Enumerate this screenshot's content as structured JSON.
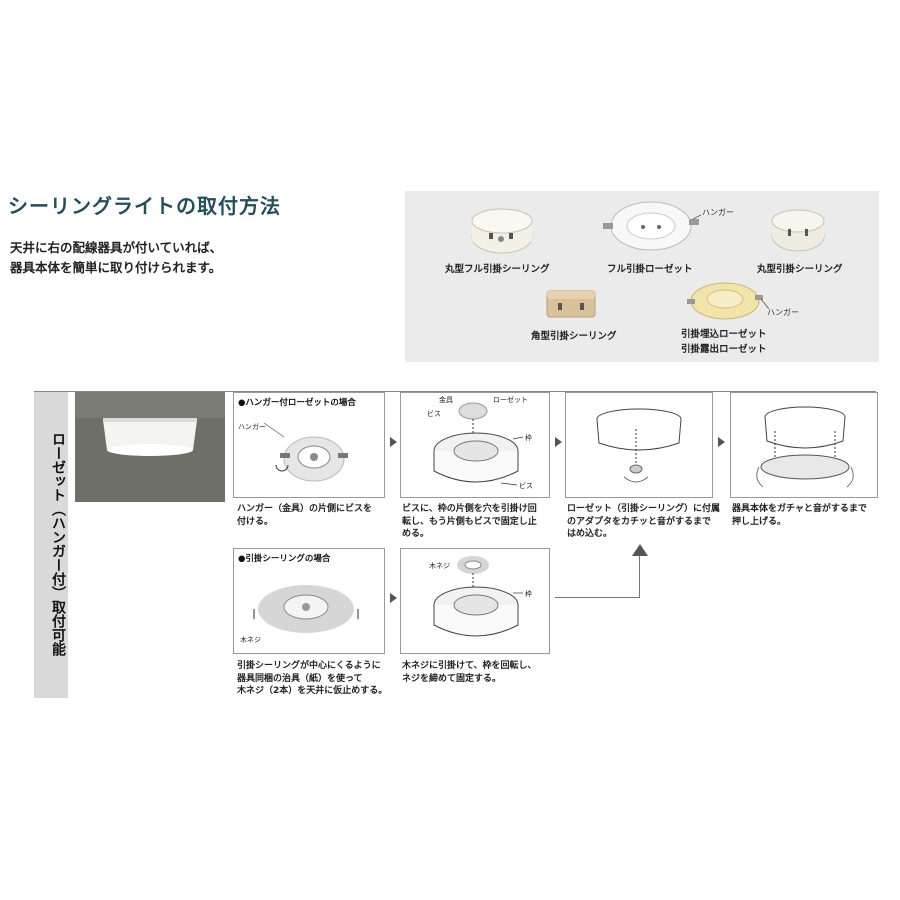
{
  "header": {
    "title": "シーリングライトの取付方法",
    "intro_line1": "天井に右の配線器具が付いていれば、",
    "intro_line2": "器具本体を簡単に取り付けられます。"
  },
  "fixtures": {
    "round_full": "丸型フル引掛シーリング",
    "full_rosette": "フル引掛ローゼット",
    "round": "丸型引掛シーリング",
    "square": "角型引掛シーリング",
    "embedded_line1": "引掛埋込ローゼット",
    "embedded_line2": "引掛露出ローゼット",
    "hanger_label": "ハンガー"
  },
  "sidebar": {
    "label": "ローゼット（ハンガー付）取付可能"
  },
  "steps": {
    "hanger_case_title": "●ハンガー付ローゼットの場合",
    "hanger_label": "ハンガー",
    "step1_line1": "ハンガー（金具）の片側にビスを",
    "step1_line2": "付ける。",
    "kanagu_label": "金具",
    "rosette_label": "ローゼット",
    "bisu_label": "ビス",
    "waku_label": "枠",
    "step2_line1": "ビスに、枠の片側を穴を引掛け回",
    "step2_line2": "転し、もう片側もビスで固定し止",
    "step2_line3": "める。",
    "step3_line1": "ローゼット（引掛シーリング）に付属",
    "step3_line2": "のアダプタをカチッと音がするまで",
    "step3_line3": "はめ込む。",
    "step4_line1": "器具本体をガチャと音がするまで",
    "step4_line2": "押し上げる。",
    "ceiling_case_title": "●引掛シーリングの場合",
    "mokuneji_label": "木ネジ",
    "step5_line1": "引掛シーリングが中心にくるように",
    "step5_line2": "器具同梱の治具（紙）を使って",
    "step5_line3": "木ネジ（2本）を天井に仮止めする。",
    "step6_line1": "木ネジに引掛けて、枠を回転し、",
    "step6_line2": "ネジを締めて固定する。"
  }
}
